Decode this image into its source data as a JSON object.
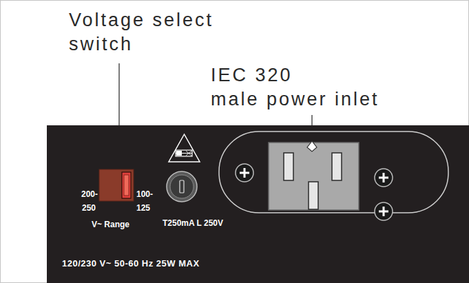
{
  "diagram": {
    "labels": [
      "Voltage select",
      "switch",
      "IEC 320",
      "male power inlet",
      "200-",
      "250",
      "100-",
      "125",
      "V~ Range",
      "T250mA L 250V",
      "120/230 V~ 50-60 Hz 25W MAX"
    ]
  }
}
